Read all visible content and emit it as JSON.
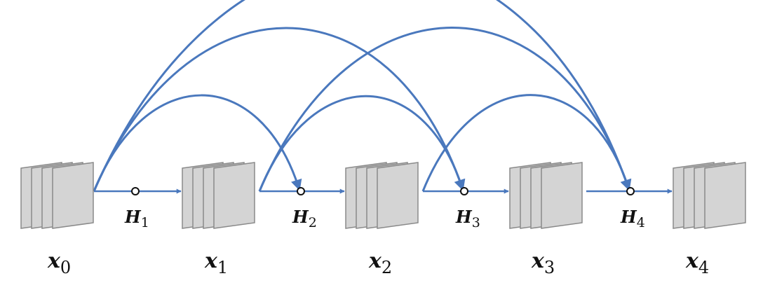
{
  "diagram": {
    "colors": {
      "arrow": "#4a78bd",
      "block_fill": "#d4d4d4",
      "block_stroke": "#8a8a8a",
      "node_stroke": "#111111"
    },
    "feature_maps": [
      {
        "base": "x",
        "sub": "0"
      },
      {
        "base": "x",
        "sub": "1"
      },
      {
        "base": "x",
        "sub": "2"
      },
      {
        "base": "x",
        "sub": "3"
      },
      {
        "base": "x",
        "sub": "4"
      }
    ],
    "transitions": [
      {
        "base": "H",
        "sub": "1"
      },
      {
        "base": "H",
        "sub": "2"
      },
      {
        "base": "H",
        "sub": "3"
      },
      {
        "base": "H",
        "sub": "4"
      }
    ],
    "skip_connections": [
      {
        "from": "x0",
        "to": "H2"
      },
      {
        "from": "x0",
        "to": "H3"
      },
      {
        "from": "x0",
        "to": "H4"
      },
      {
        "from": "x1",
        "to": "H3"
      },
      {
        "from": "x1",
        "to": "H4"
      },
      {
        "from": "x2",
        "to": "H4"
      }
    ]
  }
}
